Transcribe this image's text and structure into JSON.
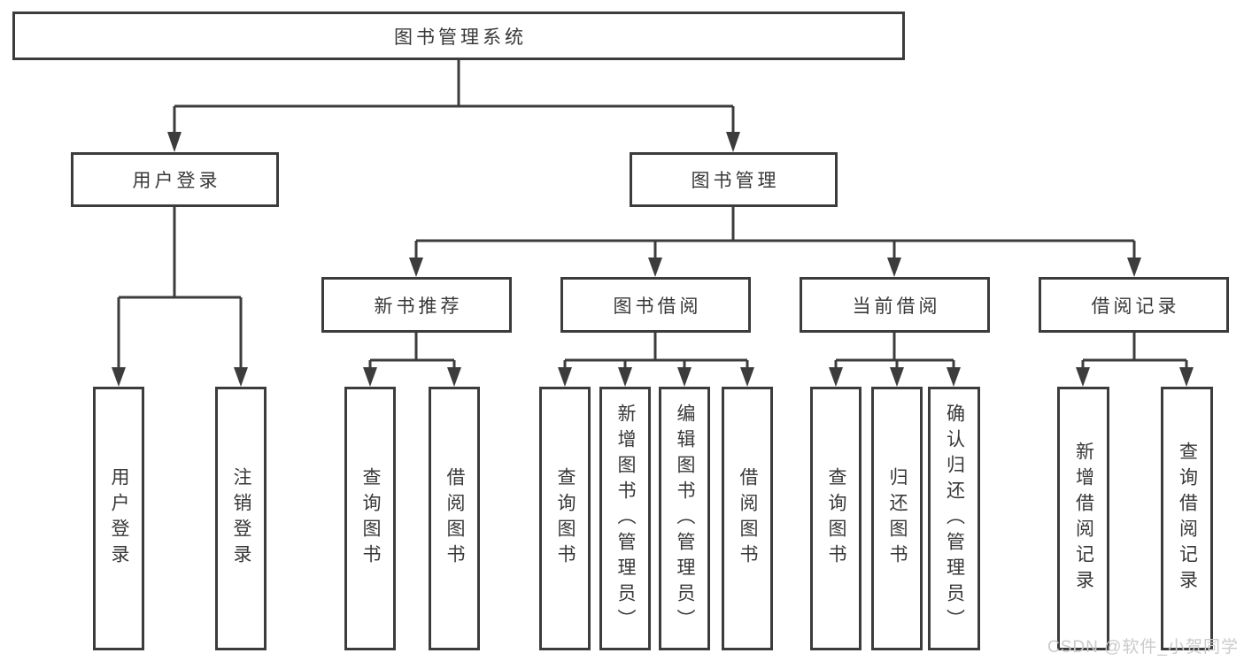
{
  "tree": {
    "label": "图书管理系统",
    "children": [
      {
        "label": "用户登录",
        "children": [
          {
            "label": "用户登录"
          },
          {
            "label": "注销登录"
          }
        ]
      },
      {
        "label": "图书管理",
        "children": [
          {
            "label": "新书推荐",
            "children": [
              {
                "label": "查询图书"
              },
              {
                "label": "借阅图书"
              }
            ]
          },
          {
            "label": "图书借阅",
            "children": [
              {
                "label": "查询图书"
              },
              {
                "label": "新增图书（管理员）"
              },
              {
                "label": "编辑图书（管理员）"
              },
              {
                "label": "借阅图书"
              }
            ]
          },
          {
            "label": "当前借阅",
            "children": [
              {
                "label": "查询图书"
              },
              {
                "label": "归还图书"
              },
              {
                "label": "确认归还（管理员）"
              }
            ]
          },
          {
            "label": "借阅记录",
            "children": [
              {
                "label": "新增借阅记录"
              },
              {
                "label": "查询借阅记录"
              }
            ]
          }
        ]
      }
    ]
  },
  "watermark": {
    "text": "CSDN @软件_小贺同学"
  },
  "colors": {
    "line": "#3c3c3c",
    "box_border": "#3c3c3c",
    "text": "#383838",
    "watermark": "#cbcbcb",
    "background": "#ffffff"
  }
}
